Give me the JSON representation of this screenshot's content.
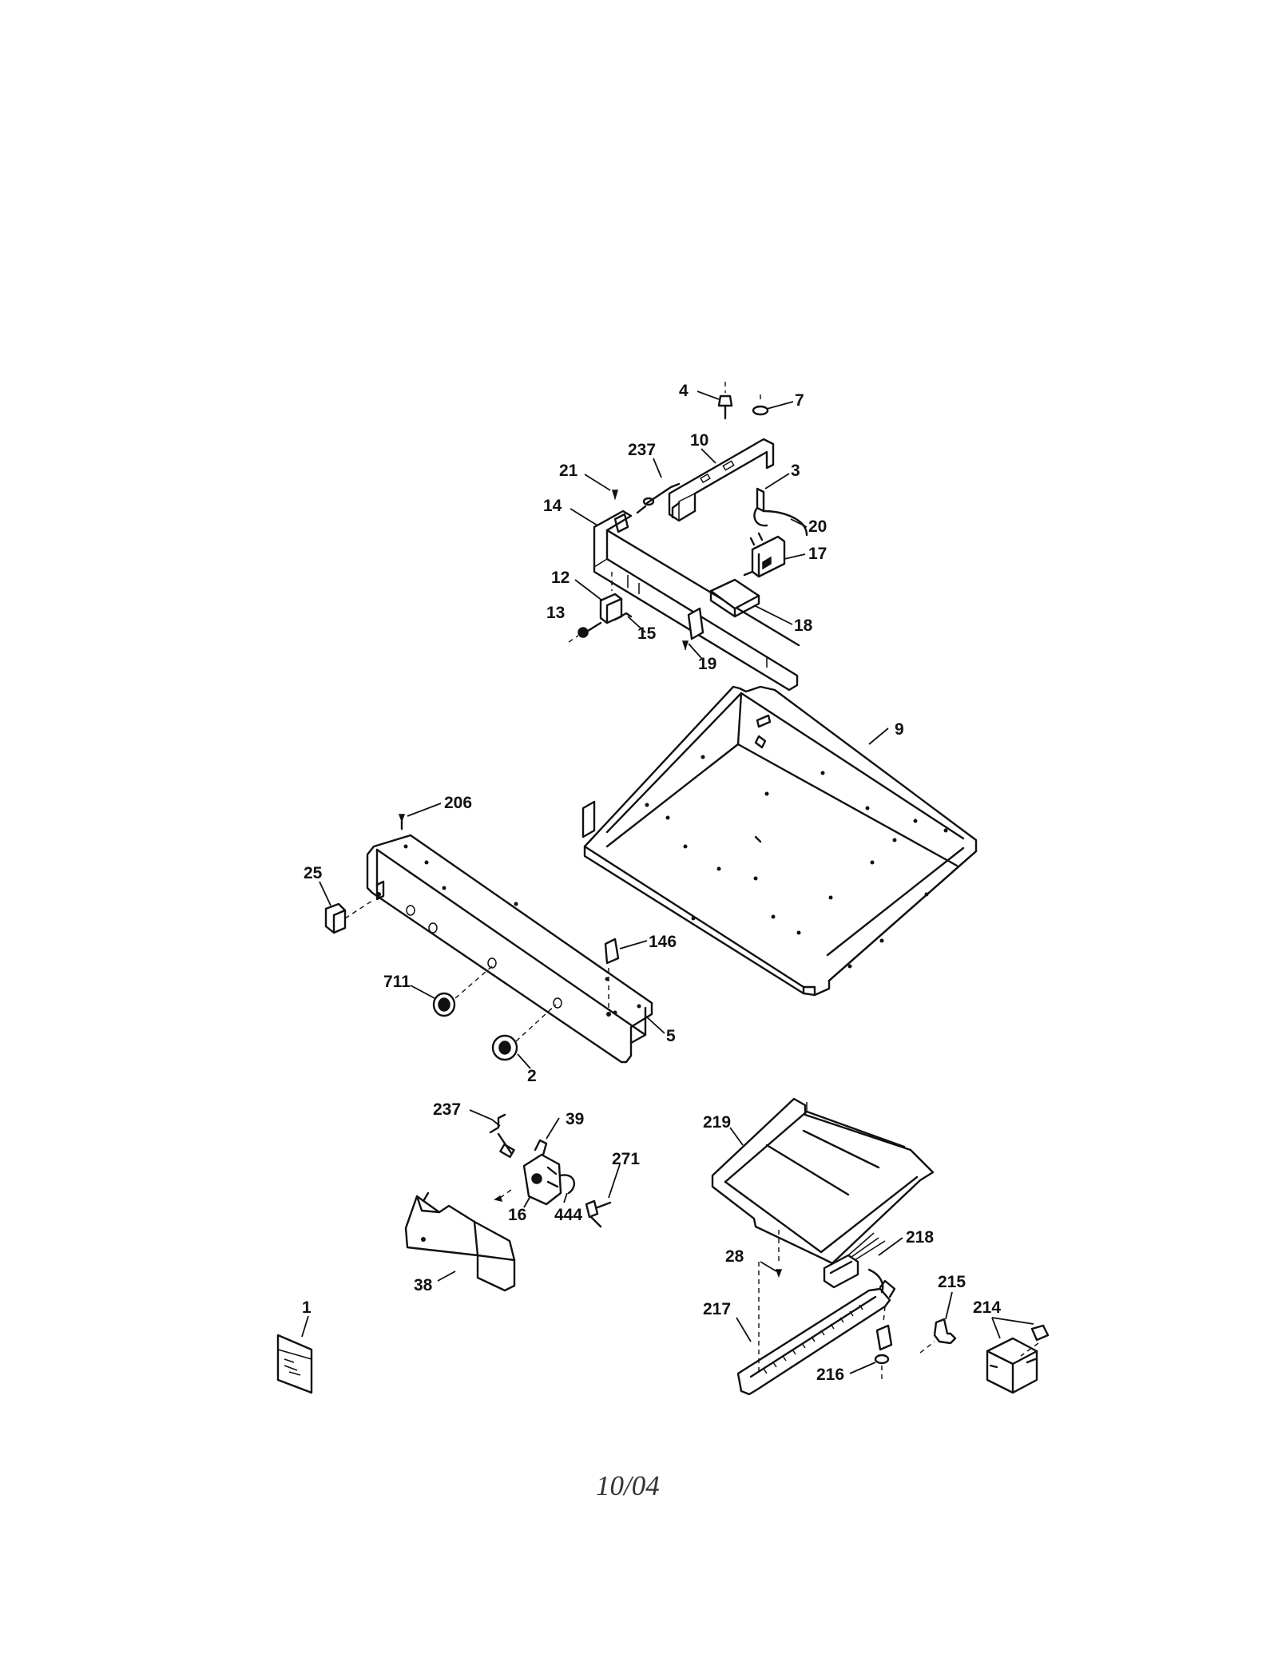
{
  "callouts": [
    "4",
    "7",
    "237",
    "10",
    "21",
    "3",
    "14",
    "20",
    "17",
    "12",
    "13",
    "15",
    "18",
    "19",
    "9",
    "206",
    "25",
    "146",
    "711",
    "5",
    "2",
    "237",
    "39",
    "271",
    "16",
    "444",
    "38",
    "219",
    "218",
    "28",
    "215",
    "214",
    "217",
    "216",
    "1"
  ],
  "footer": {
    "date_code": "10/04"
  }
}
